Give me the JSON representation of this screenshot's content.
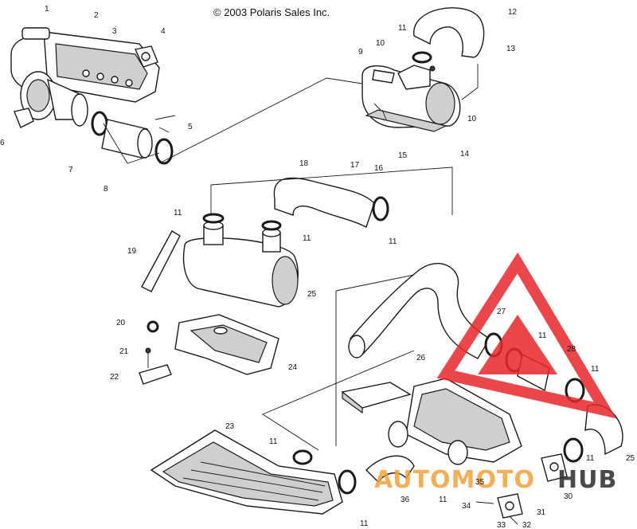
{
  "copyright": "© 2003 Polaris Sales Inc.",
  "watermark": {
    "part1": "AUTOMOTO",
    "part2": "HUB",
    "color_primary": "#e8262b",
    "color_secondary": "#f2a23a",
    "color_dark": "#2b2b2b"
  },
  "callouts": [
    {
      "id": "c1",
      "text": "1"
    },
    {
      "id": "c2",
      "text": "2"
    },
    {
      "id": "c3",
      "text": "3"
    },
    {
      "id": "c4",
      "text": "4"
    },
    {
      "id": "c5",
      "text": "5"
    },
    {
      "id": "c6",
      "text": "6"
    },
    {
      "id": "c7",
      "text": "7"
    },
    {
      "id": "c8",
      "text": "8"
    },
    {
      "id": "c9",
      "text": "9"
    },
    {
      "id": "c10a",
      "text": "10"
    },
    {
      "id": "c10b",
      "text": "10"
    },
    {
      "id": "c11a",
      "text": "11"
    },
    {
      "id": "c12",
      "text": "12"
    },
    {
      "id": "c13",
      "text": "13"
    },
    {
      "id": "c14",
      "text": "14"
    },
    {
      "id": "c15",
      "text": "15"
    },
    {
      "id": "c16",
      "text": "16"
    },
    {
      "id": "c17",
      "text": "17"
    },
    {
      "id": "c18",
      "text": "18"
    },
    {
      "id": "c11b",
      "text": "11"
    },
    {
      "id": "c11c",
      "text": "11"
    },
    {
      "id": "c11d",
      "text": "11"
    },
    {
      "id": "c19",
      "text": "19"
    },
    {
      "id": "c25a",
      "text": "25"
    },
    {
      "id": "c20",
      "text": "20"
    },
    {
      "id": "c21",
      "text": "21"
    },
    {
      "id": "c22",
      "text": "22"
    },
    {
      "id": "c24",
      "text": "24"
    },
    {
      "id": "c26",
      "text": "26"
    },
    {
      "id": "c27",
      "text": "27"
    },
    {
      "id": "c11e",
      "text": "11"
    },
    {
      "id": "c28",
      "text": "28"
    },
    {
      "id": "c11f",
      "text": "11"
    },
    {
      "id": "c23a",
      "text": "23"
    },
    {
      "id": "c11g",
      "text": "11"
    },
    {
      "id": "c25b",
      "text": "25"
    },
    {
      "id": "c11h",
      "text": "11"
    },
    {
      "id": "c35",
      "text": "35"
    },
    {
      "id": "c30",
      "text": "30"
    },
    {
      "id": "c36",
      "text": "36"
    },
    {
      "id": "c11i",
      "text": "11"
    },
    {
      "id": "c11j",
      "text": "11"
    },
    {
      "id": "c34",
      "text": "34"
    },
    {
      "id": "c31",
      "text": "31"
    },
    {
      "id": "c33",
      "text": "33"
    },
    {
      "id": "c32",
      "text": "32"
    }
  ]
}
